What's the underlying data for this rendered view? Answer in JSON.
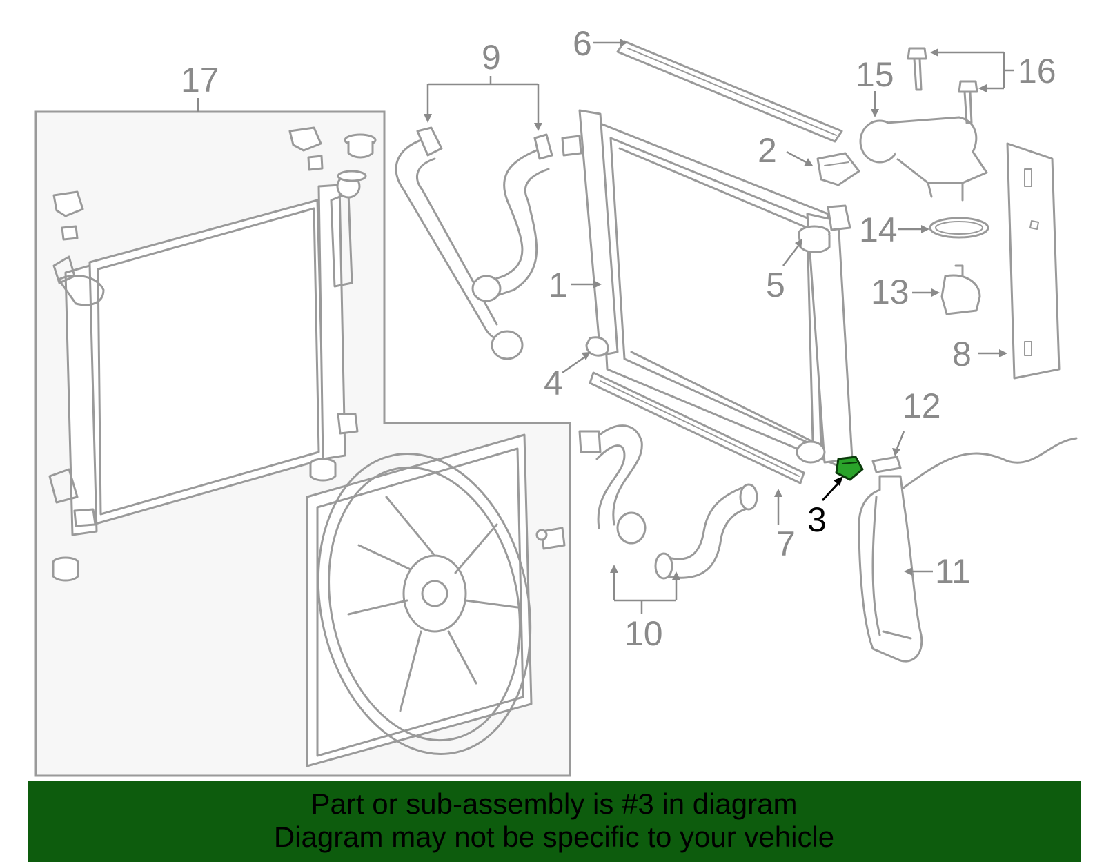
{
  "callouts": {
    "c1": "1",
    "c2": "2",
    "c3": "3",
    "c4": "4",
    "c5": "5",
    "c6": "6",
    "c7": "7",
    "c8": "8",
    "c9": "9",
    "c10": "10",
    "c11": "11",
    "c12": "12",
    "c13": "13",
    "c14": "14",
    "c15": "15",
    "c16": "16",
    "c17": "17"
  },
  "highlight": {
    "part_number": "3",
    "color": "#0d5c0d"
  },
  "banner": {
    "line1": "Part or sub-assembly is #3 in diagram",
    "line2": "Diagram may not be specific to your vehicle",
    "background": "#0d5c0d"
  }
}
